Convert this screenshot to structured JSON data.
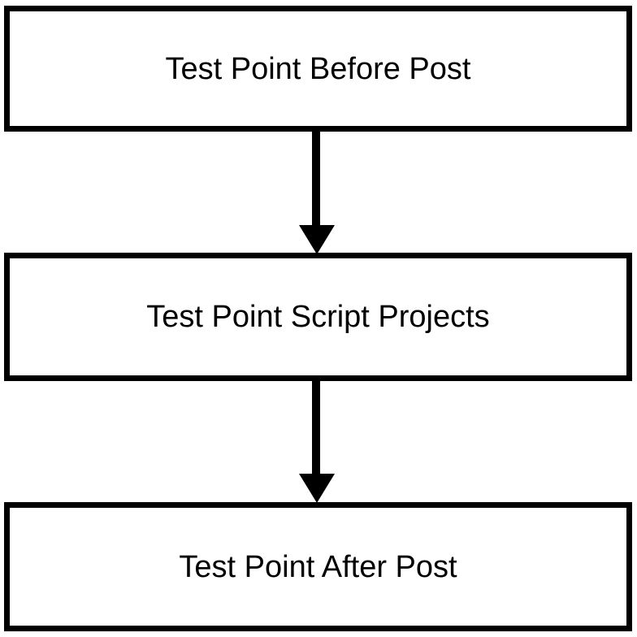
{
  "diagram": {
    "type": "flowchart",
    "orientation": "vertical-top-to-bottom",
    "background_color": "#ffffff",
    "stroke_color": "#000000",
    "text_color": "#000000",
    "nodes": [
      {
        "id": "before-post",
        "label": "Test Point Before Post",
        "shape": "rectangle",
        "order": 1
      },
      {
        "id": "script-projects",
        "label": "Test Point Script Projects",
        "shape": "rectangle",
        "order": 2
      },
      {
        "id": "after-post",
        "label": "Test Point After Post",
        "shape": "rectangle",
        "order": 3
      }
    ],
    "connectors": [
      {
        "id": "connector-1",
        "from": "before-post",
        "to": "script-projects",
        "style": "solid-arrow",
        "label": ""
      },
      {
        "id": "connector-2",
        "from": "script-projects",
        "to": "after-post",
        "style": "solid-arrow",
        "label": ""
      }
    ]
  }
}
